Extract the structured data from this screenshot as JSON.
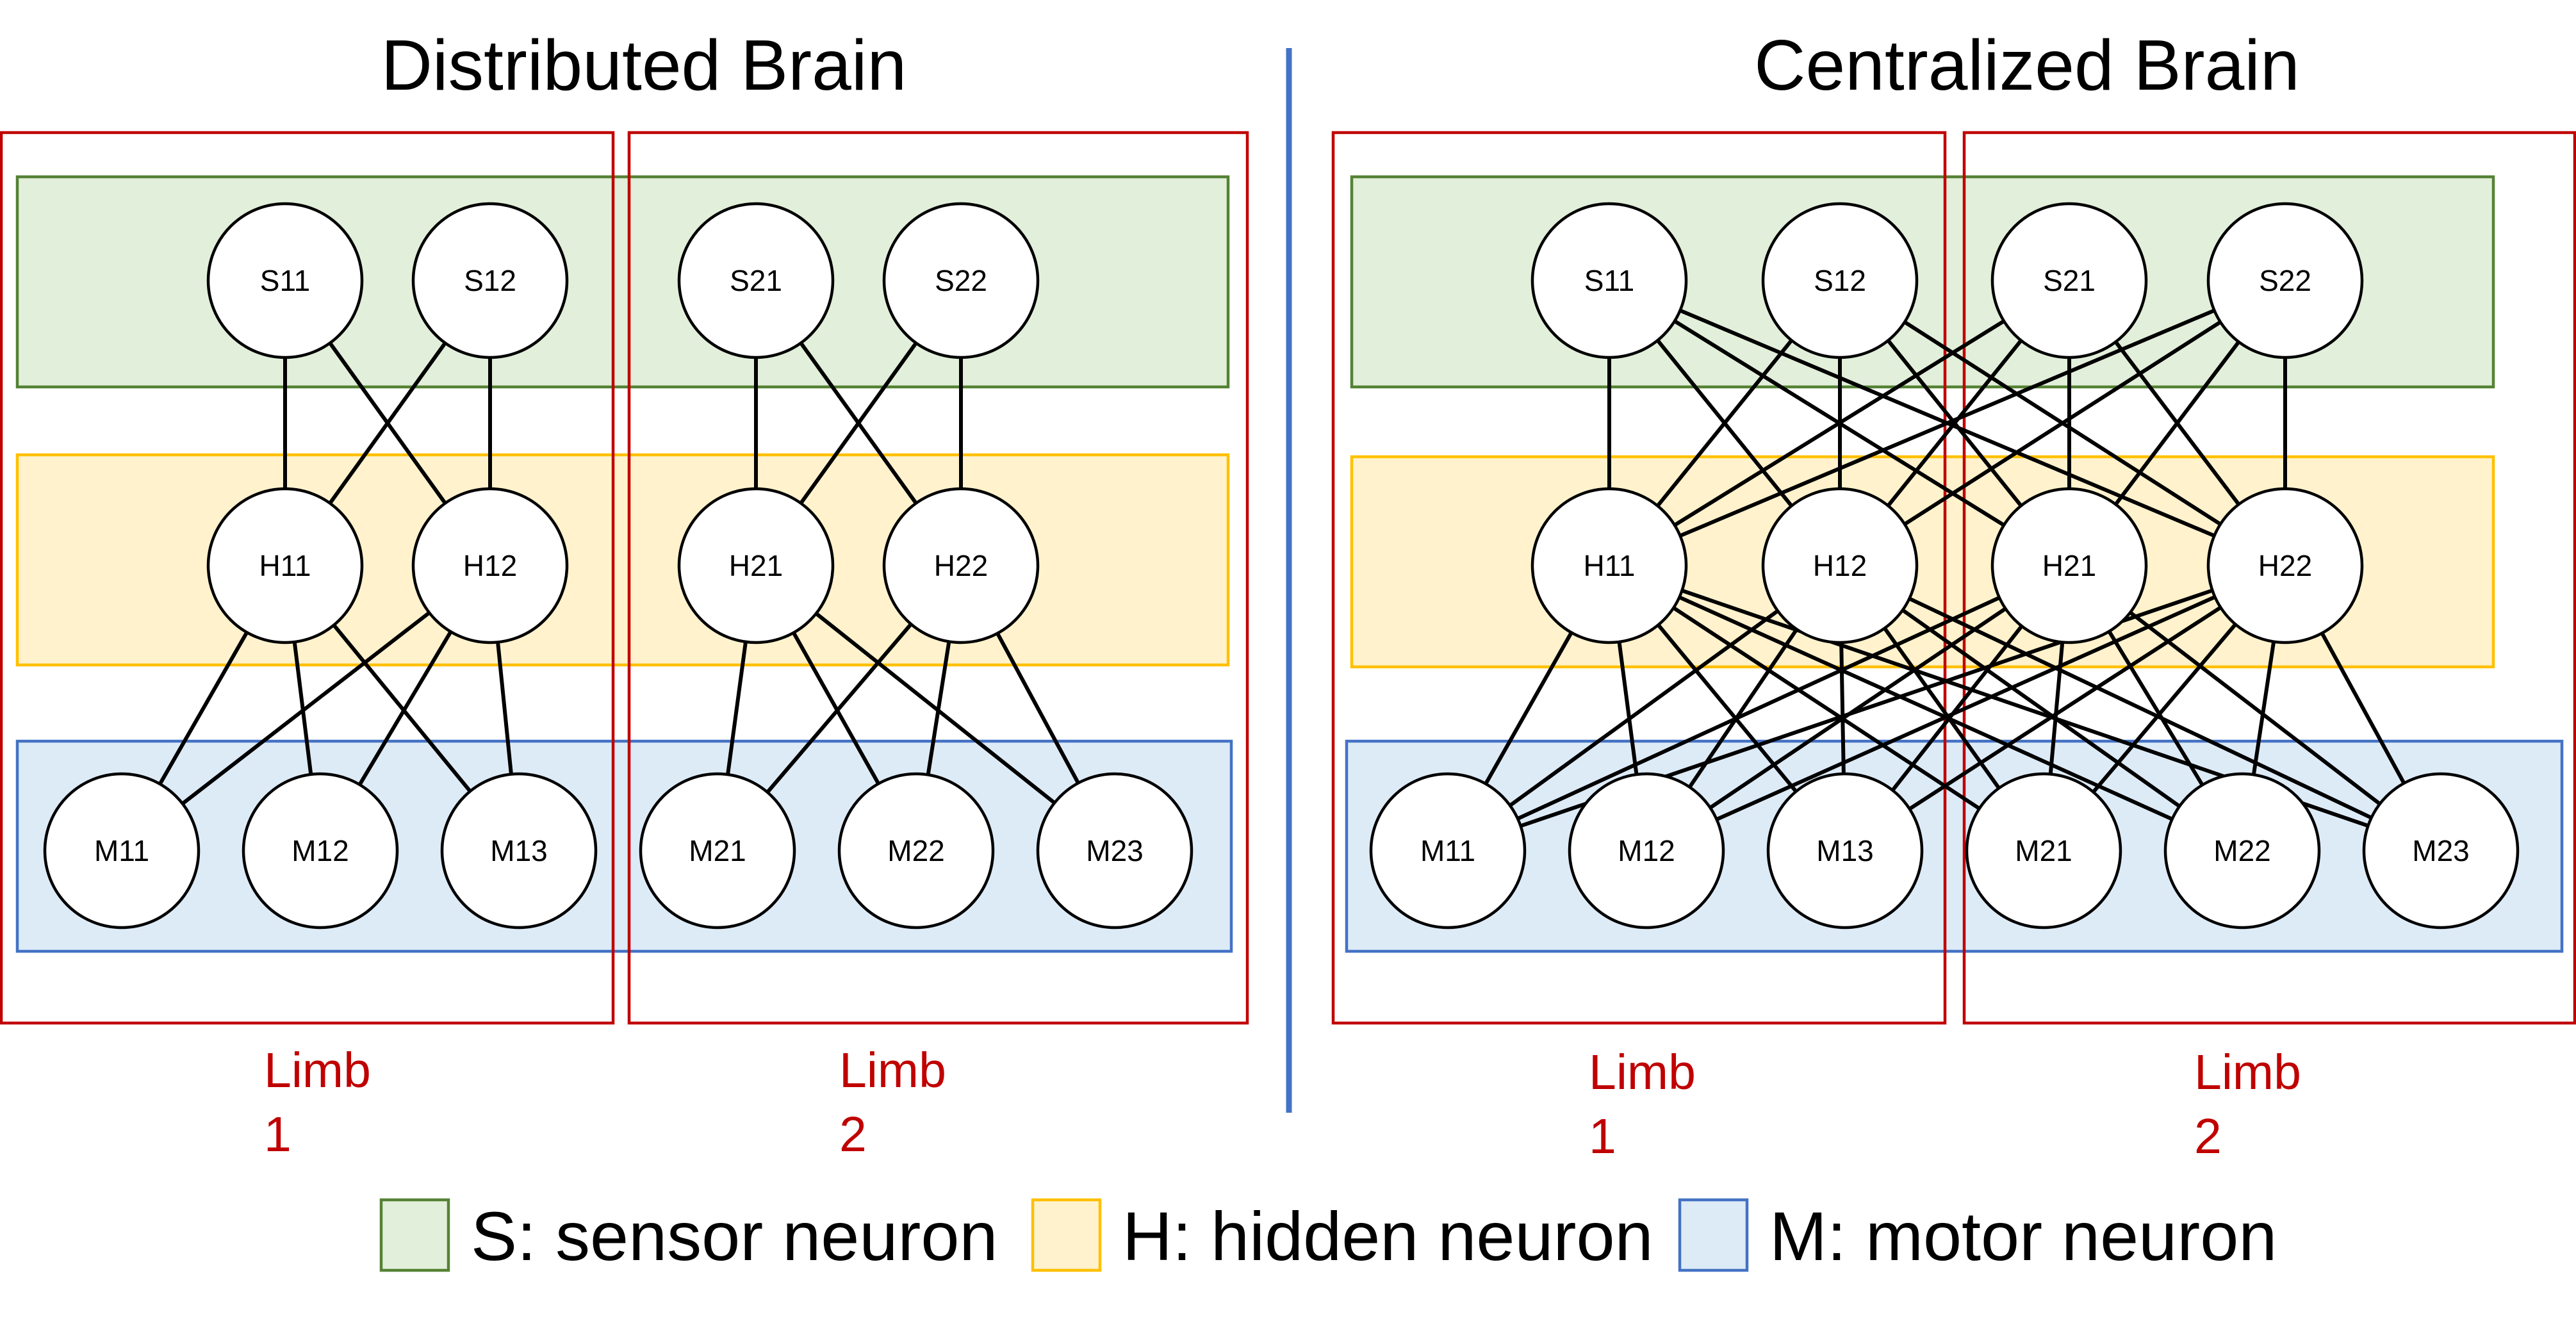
{
  "colors": {
    "sensor_fill": "#e2efda",
    "sensor_stroke": "#548235",
    "hidden_fill": "#fff2cc",
    "hidden_stroke": "#ffc000",
    "motor_fill": "#ddebf7",
    "motor_stroke": "#4472c4",
    "limb_box": "#c00000",
    "divider": "#4472c4",
    "edge": "#000000"
  },
  "panels": [
    {
      "id": "distributed",
      "title": "Distributed Brain",
      "limbs": [
        {
          "word": "Limb",
          "number": "1"
        },
        {
          "word": "Limb",
          "number": "2"
        }
      ],
      "neurons": [
        "S11",
        "S12",
        "S21",
        "S22",
        "H11",
        "H12",
        "H21",
        "H22",
        "M11",
        "M12",
        "M13",
        "M21",
        "M22",
        "M23"
      ],
      "connections": [
        [
          "S11",
          "H11"
        ],
        [
          "S11",
          "H12"
        ],
        [
          "S12",
          "H11"
        ],
        [
          "S12",
          "H12"
        ],
        [
          "S21",
          "H21"
        ],
        [
          "S21",
          "H22"
        ],
        [
          "S22",
          "H21"
        ],
        [
          "S22",
          "H22"
        ],
        [
          "H11",
          "M11"
        ],
        [
          "H11",
          "M12"
        ],
        [
          "H11",
          "M13"
        ],
        [
          "H12",
          "M11"
        ],
        [
          "H12",
          "M12"
        ],
        [
          "H12",
          "M13"
        ],
        [
          "H21",
          "M21"
        ],
        [
          "H21",
          "M22"
        ],
        [
          "H21",
          "M23"
        ],
        [
          "H22",
          "M21"
        ],
        [
          "H22",
          "M22"
        ],
        [
          "H22",
          "M23"
        ]
      ]
    },
    {
      "id": "centralized",
      "title": "Centralized Brain",
      "limbs": [
        {
          "word": "Limb",
          "number": "1"
        },
        {
          "word": "Limb",
          "number": "2"
        }
      ],
      "neurons": [
        "S11",
        "S12",
        "S21",
        "S22",
        "H11",
        "H12",
        "H21",
        "H22",
        "M11",
        "M12",
        "M13",
        "M21",
        "M22",
        "M23"
      ],
      "connections": [
        [
          "S11",
          "H11"
        ],
        [
          "S11",
          "H12"
        ],
        [
          "S11",
          "H21"
        ],
        [
          "S11",
          "H22"
        ],
        [
          "S12",
          "H11"
        ],
        [
          "S12",
          "H12"
        ],
        [
          "S12",
          "H21"
        ],
        [
          "S12",
          "H22"
        ],
        [
          "S21",
          "H11"
        ],
        [
          "S21",
          "H12"
        ],
        [
          "S21",
          "H21"
        ],
        [
          "S21",
          "H22"
        ],
        [
          "S22",
          "H11"
        ],
        [
          "S22",
          "H12"
        ],
        [
          "S22",
          "H21"
        ],
        [
          "S22",
          "H22"
        ],
        [
          "H11",
          "M11"
        ],
        [
          "H11",
          "M12"
        ],
        [
          "H11",
          "M13"
        ],
        [
          "H11",
          "M21"
        ],
        [
          "H11",
          "M22"
        ],
        [
          "H11",
          "M23"
        ],
        [
          "H12",
          "M11"
        ],
        [
          "H12",
          "M12"
        ],
        [
          "H12",
          "M13"
        ],
        [
          "H12",
          "M21"
        ],
        [
          "H12",
          "M22"
        ],
        [
          "H12",
          "M23"
        ],
        [
          "H21",
          "M11"
        ],
        [
          "H21",
          "M12"
        ],
        [
          "H21",
          "M13"
        ],
        [
          "H21",
          "M21"
        ],
        [
          "H21",
          "M22"
        ],
        [
          "H21",
          "M23"
        ],
        [
          "H22",
          "M11"
        ],
        [
          "H22",
          "M12"
        ],
        [
          "H22",
          "M13"
        ],
        [
          "H22",
          "M21"
        ],
        [
          "H22",
          "M22"
        ],
        [
          "H22",
          "M23"
        ]
      ]
    }
  ],
  "legend": [
    {
      "key": "sensor",
      "label": "S: sensor neuron"
    },
    {
      "key": "hidden",
      "label": "H: hidden neuron"
    },
    {
      "key": "motor",
      "label": "M: motor neuron"
    }
  ]
}
